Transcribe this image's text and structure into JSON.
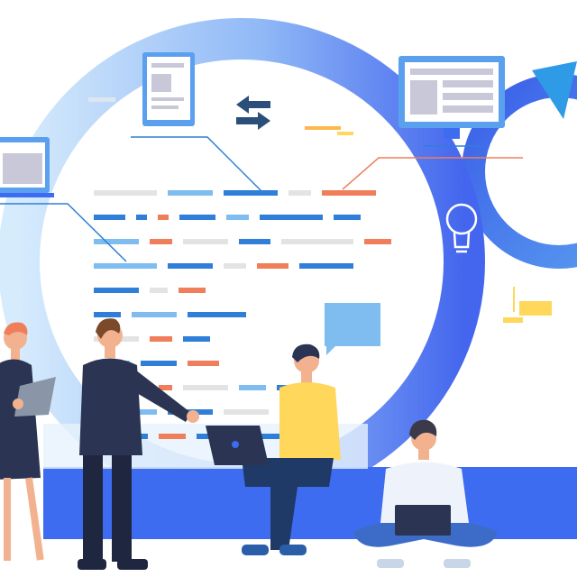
{
  "illustration": {
    "colors": {
      "ring_light": "#cfe6fb",
      "ring_dark": "#4a6cf0",
      "accent_blue": "#2f7fd8",
      "light_blue": "#7fbdf0",
      "orange": "#f07e5a",
      "gray": "#e3e3e3",
      "navy": "#2b3553",
      "yellow": "#ffd75a",
      "skin": "#f3b28f"
    },
    "icons": [
      "laptop-icon",
      "document-icon",
      "monitor-icon",
      "exchange-arrows-icon",
      "lightbulb-icon",
      "chat-bubble-icon",
      "arrow-cursor-icon"
    ],
    "code_rows": [
      [
        [
          "#e3e3e3",
          70
        ],
        [
          "#7fbdf0",
          50
        ],
        [
          "#2f7fd8",
          60
        ],
        [
          "#e3e3e3",
          25
        ],
        [
          "#f07e5a",
          60
        ]
      ],
      [
        [
          "#2f7fd8",
          35
        ],
        [
          "#2f7fd8",
          12
        ],
        [
          "#f07e5a",
          12
        ],
        [
          "#2f7fd8",
          40
        ],
        [
          "#7fbdf0",
          25
        ],
        [
          "#2f7fd8",
          70
        ],
        [
          "#2f7fd8",
          30
        ]
      ],
      [
        [
          "#7fbdf0",
          50
        ],
        [
          "#f07e5a",
          25
        ],
        [
          "#e3e3e3",
          50
        ],
        [
          "#2f7fd8",
          35
        ],
        [
          "#e3e3e3",
          80
        ],
        [
          "#f07e5a",
          30
        ]
      ],
      [
        [
          "#7fbdf0",
          70
        ],
        [
          "#2f7fd8",
          50
        ],
        [
          "#e3e3e3",
          25
        ],
        [
          "#f07e5a",
          35
        ],
        [
          "#2f7fd8",
          60
        ]
      ],
      [
        [
          "#2f7fd8",
          50
        ],
        [
          "#e3e3e3",
          20
        ],
        [
          "#f07e5a",
          30
        ]
      ],
      [
        [
          "#2f7fd8",
          30
        ],
        [
          "#7fbdf0",
          50
        ],
        [
          "#2f7fd8",
          65
        ]
      ],
      [
        [
          "#e3e3e3",
          50
        ],
        [
          "#f07e5a",
          25
        ],
        [
          "#2f7fd8",
          30
        ]
      ],
      [
        [
          "#7fbdf0",
          40
        ],
        [
          "#2f7fd8",
          40
        ],
        [
          "#f07e5a",
          35
        ]
      ],
      [
        [
          "#e3e3e3",
          60
        ],
        [
          "#f07e5a",
          15
        ],
        [
          "#e3e3e3",
          50
        ],
        [
          "#7fbdf0",
          30
        ],
        [
          "#2f7fd8",
          55
        ]
      ],
      [
        [
          "#7fbdf0",
          70
        ],
        [
          "#2f7fd8",
          50
        ],
        [
          "#e3e3e3",
          50
        ],
        [
          "#2f7fd8",
          40
        ]
      ],
      [
        [
          "#2f7fd8",
          60
        ],
        [
          "#f07e5a",
          30
        ],
        [
          "#2f7fd8",
          60
        ],
        [
          "#2f7fd8",
          55
        ]
      ]
    ]
  }
}
